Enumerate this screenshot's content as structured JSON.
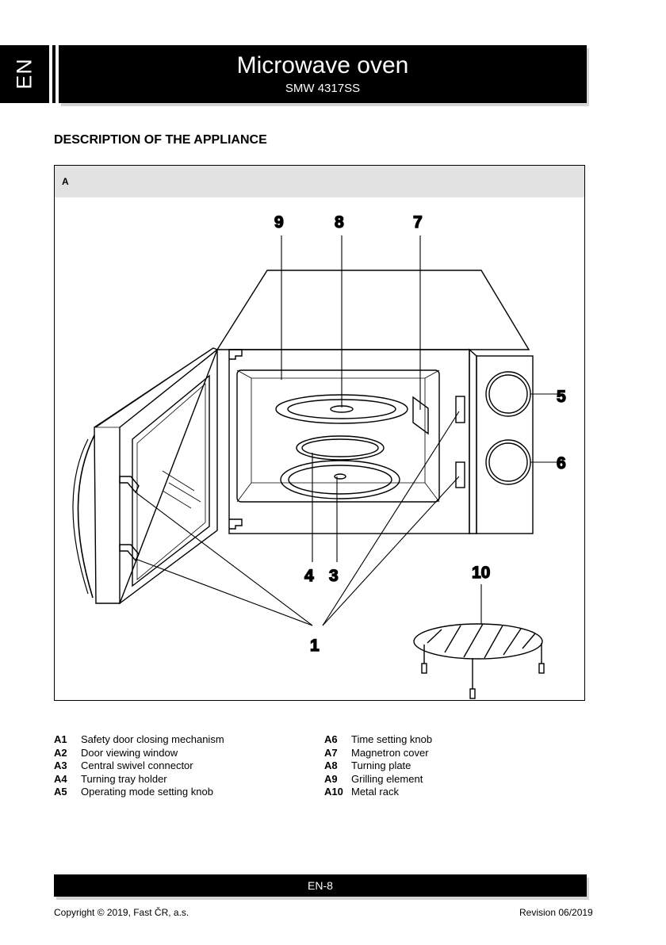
{
  "language_tab": "EN",
  "header": {
    "title": "Microwave oven",
    "model": "SMW 4317SS"
  },
  "section_title": "DESCRIPTION OF THE APPLIANCE",
  "figure": {
    "letter": "A",
    "callouts": {
      "c1": "1",
      "c3": "3",
      "c4": "4",
      "c5": "5",
      "c6": "6",
      "c7": "7",
      "c8": "8",
      "c9": "9",
      "c10": "10"
    }
  },
  "legend_left": [
    {
      "code": "A1",
      "label": "Safety door closing mechanism"
    },
    {
      "code": "A2",
      "label": "Door viewing window"
    },
    {
      "code": "A3",
      "label": "Central swivel connector"
    },
    {
      "code": "A4",
      "label": "Turning tray holder"
    },
    {
      "code": "A5",
      "label": "Operating mode setting knob"
    }
  ],
  "legend_right": [
    {
      "code": "A6",
      "label": "Time setting knob"
    },
    {
      "code": "A7",
      "label": "Magnetron cover"
    },
    {
      "code": "A8",
      "label": "Turning plate"
    },
    {
      "code": "A9",
      "label": "Grilling element"
    },
    {
      "code": "A10",
      "label": "Metal rack"
    }
  ],
  "footer": {
    "page_number": "EN-8",
    "copyright": "Copyright © 2019, Fast ČR, a.s.",
    "revision": "Revision 06/2019"
  }
}
